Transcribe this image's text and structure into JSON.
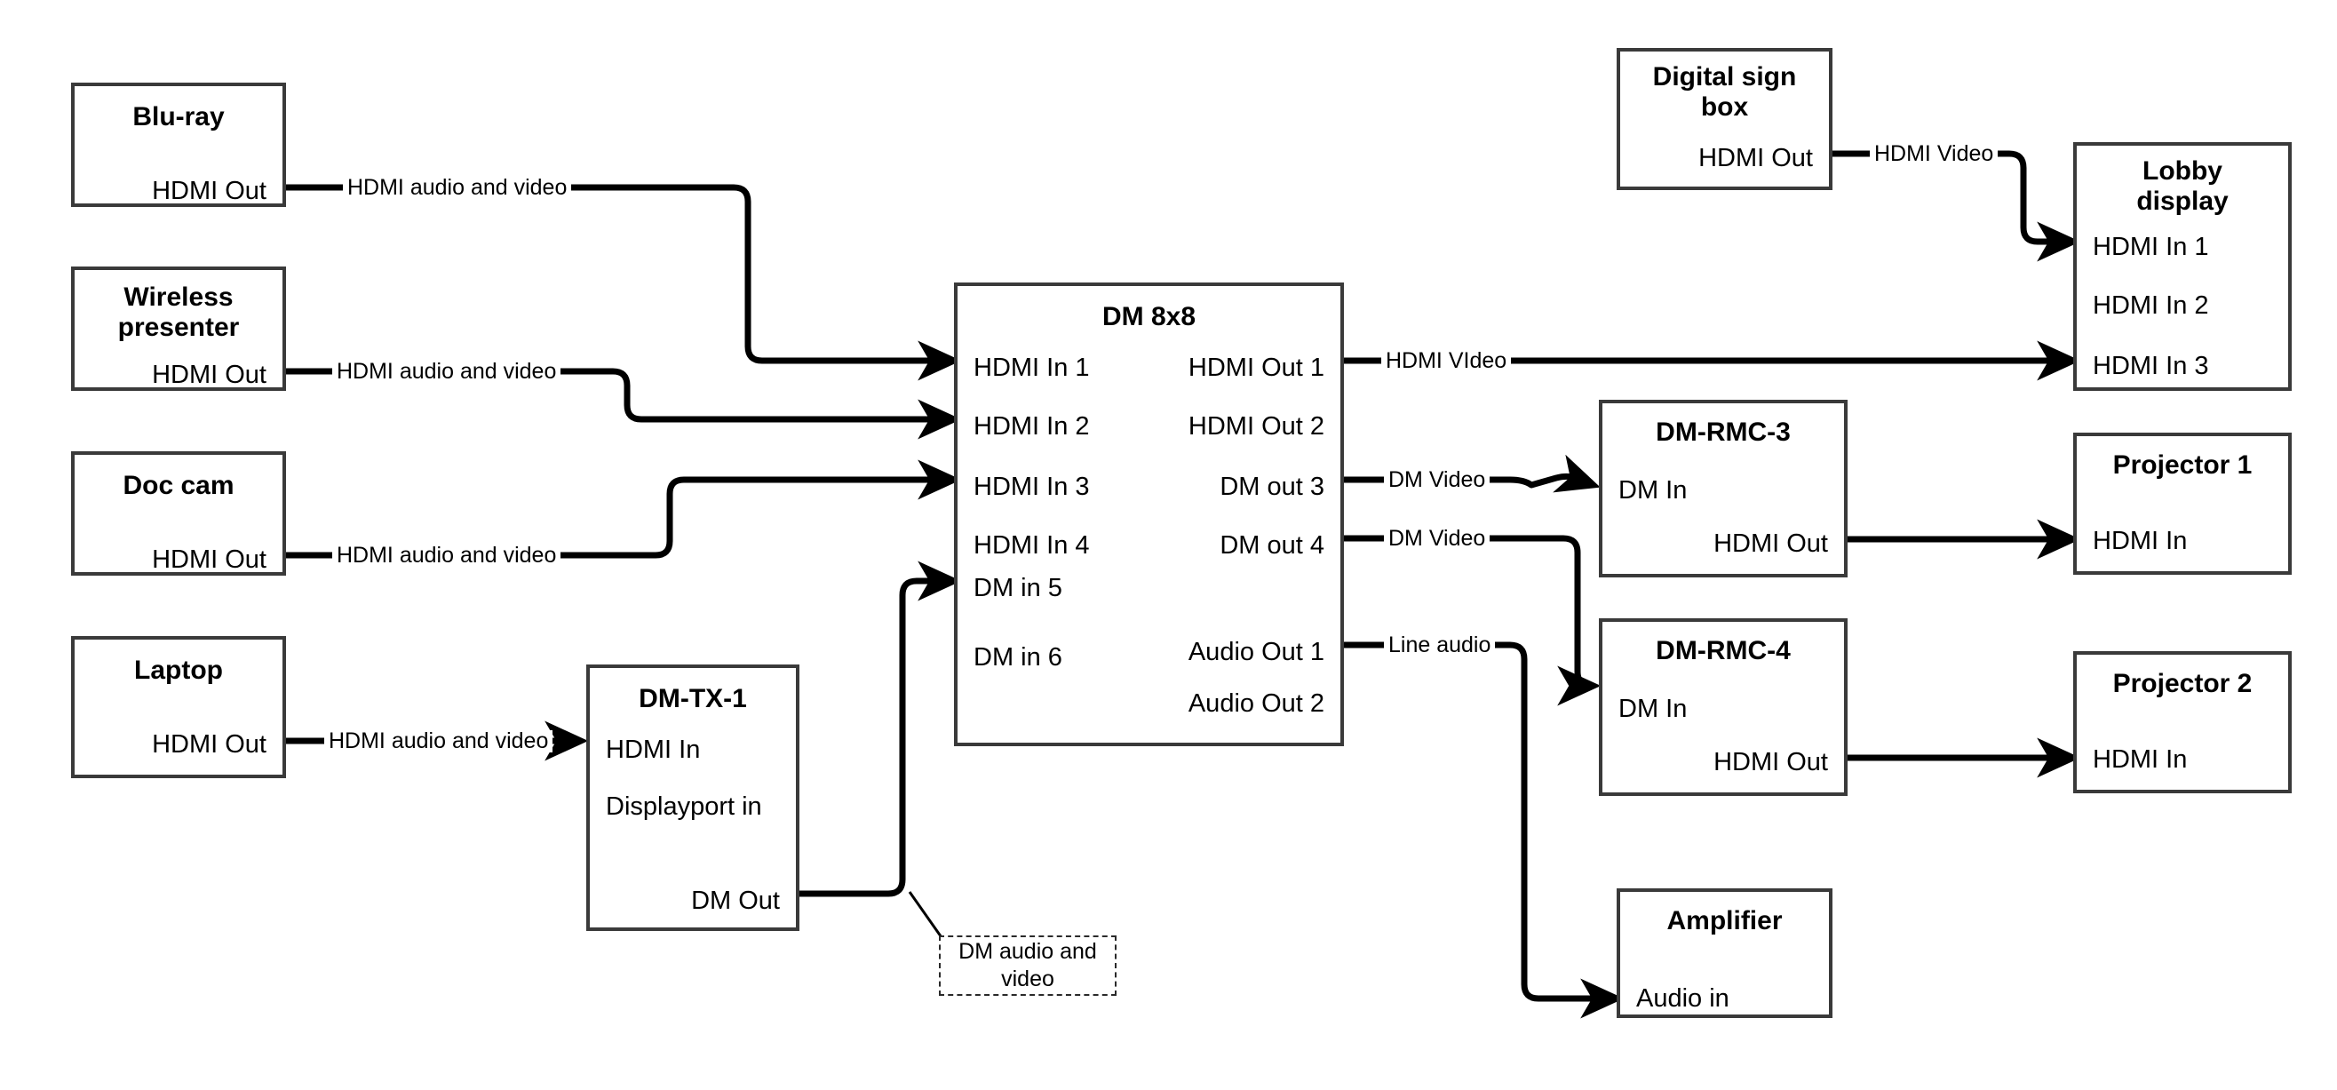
{
  "diagram": {
    "title": "AV signal flow diagram",
    "line_color": "#000000",
    "box_border_color": "#3a3a3a",
    "background": "#ffffff"
  },
  "nodes": [
    {
      "id": "blu-ray",
      "title": "Blu-ray",
      "ports_right": [
        "HDMI Out"
      ],
      "ports_left": []
    },
    {
      "id": "wireless-presenter",
      "title": "Wireless presenter",
      "title_line1": "Wireless",
      "title_line2": "presenter",
      "ports_right": [
        "HDMI Out"
      ],
      "ports_left": []
    },
    {
      "id": "doc-cam",
      "title": "Doc cam",
      "ports_right": [
        "HDMI Out"
      ],
      "ports_left": []
    },
    {
      "id": "laptop",
      "title": "Laptop",
      "ports_right": [
        "HDMI Out"
      ],
      "ports_left": []
    },
    {
      "id": "dm-tx-1",
      "title": "DM-TX-1",
      "ports_left": [
        "HDMI In",
        "Displayport in"
      ],
      "ports_right": [
        "DM Out"
      ]
    },
    {
      "id": "dm-8x8",
      "title": "DM 8x8",
      "ports_left": [
        "HDMI In 1",
        "HDMI In 2",
        "HDMI In 3",
        "HDMI In 4",
        "DM in 5",
        "DM in 6"
      ],
      "ports_right": [
        "HDMI Out 1",
        "HDMI Out 2",
        "DM out 3",
        "DM out 4",
        "Audio Out 1",
        "Audio Out 2"
      ]
    },
    {
      "id": "digital-sign-box",
      "title": "Digital sign box",
      "title_line1": "Digital sign",
      "title_line2": "box",
      "ports_right": [
        "HDMI Out"
      ],
      "ports_left": []
    },
    {
      "id": "lobby-display",
      "title": "Lobby display",
      "title_line1": "Lobby",
      "title_line2": "display",
      "ports_left": [
        "HDMI In 1",
        "HDMI In 2",
        "HDMI In 3"
      ],
      "ports_right": []
    },
    {
      "id": "dm-rmc-3",
      "title": "DM-RMC-3",
      "ports_left": [
        "DM In"
      ],
      "ports_right": [
        "HDMI Out"
      ]
    },
    {
      "id": "dm-rmc-4",
      "title": "DM-RMC-4",
      "ports_left": [
        "DM In"
      ],
      "ports_right": [
        "HDMI Out"
      ]
    },
    {
      "id": "projector-1",
      "title": "Projector 1",
      "ports_left": [
        "HDMI In"
      ],
      "ports_right": []
    },
    {
      "id": "projector-2",
      "title": "Projector 2",
      "ports_left": [
        "HDMI In"
      ],
      "ports_right": []
    },
    {
      "id": "amplifier",
      "title": "Amplifier",
      "ports_left": [
        "Audio in"
      ],
      "ports_right": []
    }
  ],
  "connections": [
    {
      "id": "c1",
      "from": "blu-ray.HDMI Out",
      "to": "dm-8x8.HDMI In 1",
      "label": "HDMI audio and video"
    },
    {
      "id": "c2",
      "from": "wireless-presenter.HDMI Out",
      "to": "dm-8x8.HDMI In 2",
      "label": "HDMI audio and video"
    },
    {
      "id": "c3",
      "from": "doc-cam.HDMI Out",
      "to": "dm-8x8.HDMI In 3",
      "label": "HDMI audio and video"
    },
    {
      "id": "c4",
      "from": "laptop.HDMI Out",
      "to": "dm-tx-1.HDMI In",
      "label": "HDMI audio and video"
    },
    {
      "id": "c5",
      "from": "dm-tx-1.DM Out",
      "to": "dm-8x8.DM in 5",
      "label": "DM audio and video"
    },
    {
      "id": "c6",
      "from": "dm-8x8.HDMI Out 1",
      "to": "lobby-display.HDMI In 3",
      "label": "HDMI VIdeo"
    },
    {
      "id": "c7",
      "from": "dm-8x8.DM out 3",
      "to": "dm-rmc-3.DM In",
      "label": "DM Video"
    },
    {
      "id": "c8",
      "from": "dm-8x8.DM out 4",
      "to": "dm-rmc-4.DM In",
      "label": "DM Video"
    },
    {
      "id": "c9",
      "from": "dm-8x8.Audio Out 1",
      "to": "amplifier.Audio in",
      "label": "Line audio"
    },
    {
      "id": "c10",
      "from": "digital-sign-box.HDMI Out",
      "to": "lobby-display.HDMI In 1",
      "label": "HDMI Video"
    },
    {
      "id": "c11",
      "from": "dm-rmc-3.HDMI Out",
      "to": "projector-1.HDMI In",
      "label": ""
    },
    {
      "id": "c12",
      "from": "dm-rmc-4.HDMI Out",
      "to": "projector-2.HDMI In",
      "label": ""
    }
  ],
  "callout": {
    "text": "DM audio and video"
  }
}
